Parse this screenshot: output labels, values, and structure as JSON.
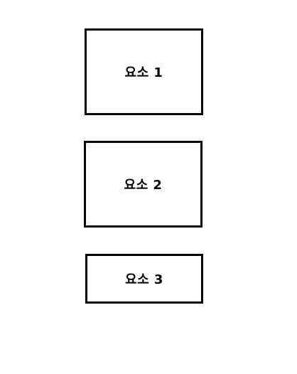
{
  "elements": [
    {
      "label": "요소 1"
    },
    {
      "label": "요소 2"
    },
    {
      "label": "요소 3"
    }
  ],
  "colors": {
    "background": "#ffffff",
    "border": "#000000",
    "text": "#000000"
  }
}
